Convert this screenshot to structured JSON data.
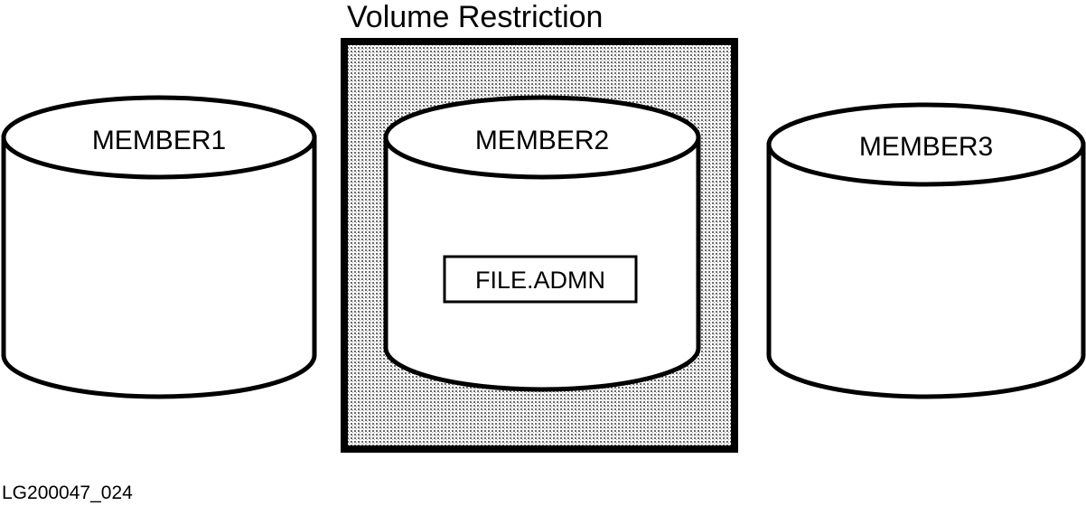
{
  "title": "Volume Restriction",
  "members": [
    {
      "label": "MEMBER1",
      "restricted": false
    },
    {
      "label": "MEMBER2",
      "restricted": true
    },
    {
      "label": "MEMBER3",
      "restricted": false
    }
  ],
  "file_label": "FILE.ADMN",
  "figure_id": "LG200047_024",
  "colors": {
    "stroke": "#000000",
    "fill": "#ffffff",
    "restriction_shade": "#bdbdbd"
  }
}
